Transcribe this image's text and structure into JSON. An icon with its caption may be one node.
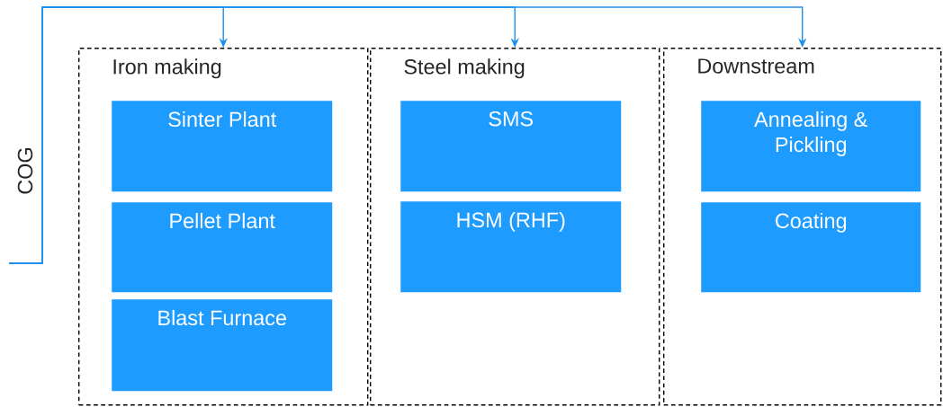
{
  "diagram": {
    "nodes": [
      {
        "text": [
          "Iron making"
        ]
      },
      {
        "text": [
          "Sinter Plant"
        ],
        "in": 0
      },
      {
        "text": [
          "Pellet Plant"
        ],
        "in": 0
      },
      {
        "text": [
          "Blast Furnace"
        ],
        "in": 0
      },
      {
        "text": [
          "Steel making"
        ]
      },
      {
        "text": [
          "SMS"
        ],
        "in": 4
      },
      {
        "text": [
          "HSM (RHF)"
        ],
        "in": 4
      },
      {
        "text": [
          "Downstream"
        ]
      },
      {
        "text": [
          "Annealing & Pickling"
        ],
        "in": 7
      },
      {
        "text": [
          "Coating"
        ],
        "in": 7
      }
    ],
    "edges": [
      {
        "from": null,
        "to": 0,
        "arrow": "to",
        "label": "COG"
      },
      {
        "from": null,
        "to": 4,
        "arrow": "to"
      },
      {
        "from": null,
        "to": 7,
        "arrow": "to"
      }
    ]
  }
}
